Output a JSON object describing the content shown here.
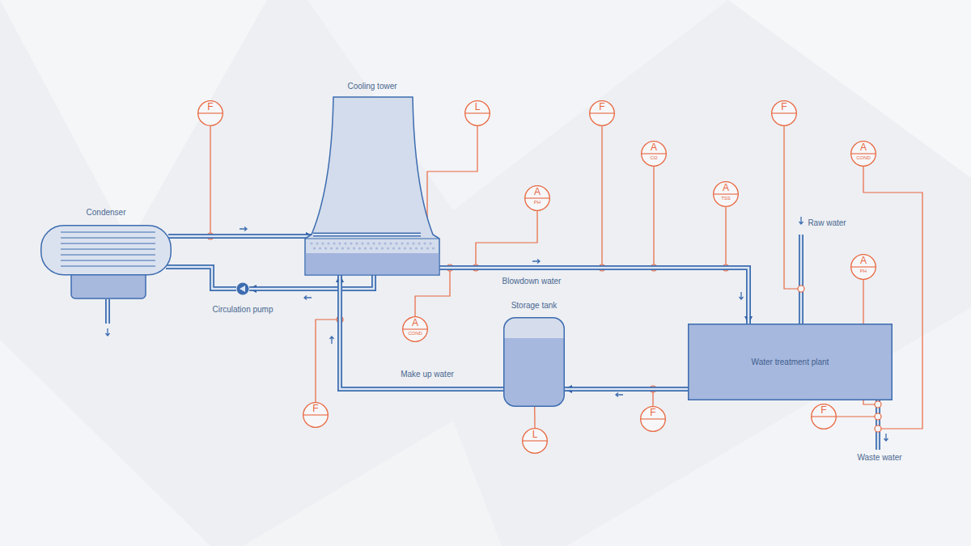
{
  "diagram": {
    "nodes": [
      {
        "text": [
          "Cooling tower"
        ]
      },
      {
        "text": [
          "F"
        ]
      },
      {
        "text": [
          "L"
        ]
      },
      {
        "text": [
          "F"
        ]
      },
      {
        "text": [
          "F"
        ]
      },
      {
        "text": [
          "A",
          "Cl2"
        ]
      },
      {
        "text": [
          "A",
          "COND"
        ]
      },
      {
        "text": [
          "A",
          "PH"
        ]
      },
      {
        "text": [
          "A",
          "TSS"
        ]
      },
      {
        "text": [
          "Condenser"
        ]
      },
      {
        "text": [
          "A",
          "PH"
        ]
      },
      {
        "text": [
          "Circulation pump"
        ]
      },
      {
        "text": [
          "Storage tank"
        ]
      },
      {
        "text": [
          "A",
          "COND"
        ]
      },
      {
        "text": [
          "Water treatment plant"
        ]
      },
      {
        "text": [
          "F"
        ]
      },
      {
        "text": [
          "F"
        ]
      },
      {
        "text": [
          "F"
        ]
      },
      {
        "text": [
          "L"
        ]
      }
    ],
    "edges": [
      {
        "from": 9,
        "to": 0,
        "arrow": "to"
      },
      {
        "from": 0,
        "to": 11,
        "arrow": "to"
      },
      {
        "from": 11,
        "to": 9,
        "arrow": "none"
      },
      {
        "from": 0,
        "to": 14,
        "arrow": "to"
      },
      {
        "from": 14,
        "to": 12,
        "arrow": "to"
      },
      {
        "from": 12,
        "to": 0,
        "arrow": "to"
      },
      {
        "from": 2,
        "to": 0,
        "arrow": "none"
      },
      {
        "from": 12,
        "to": 18,
        "arrow": "none"
      }
    ],
    "labels": [
      "Blowdown water",
      "Make up water",
      "Raw water",
      "Waste water"
    ]
  }
}
